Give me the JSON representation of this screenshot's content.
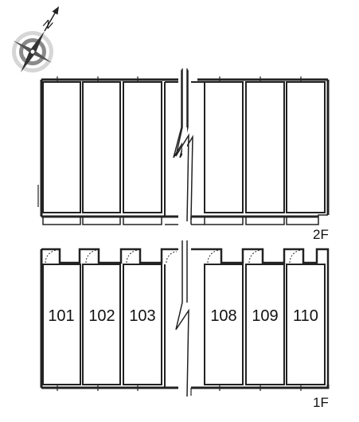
{
  "compass": {
    "label": "N",
    "icon": "compass-rose-icon"
  },
  "floors": {
    "upper": {
      "label": "2F",
      "units": [
        "",
        "",
        "",
        "",
        "",
        ""
      ]
    },
    "lower": {
      "label": "1F",
      "units": [
        "101",
        "102",
        "103",
        "108",
        "109",
        "110"
      ]
    }
  },
  "colors": {
    "wall": "#222222",
    "compass_gray": "#8a8a8a",
    "compass_light": "#d6d6d6"
  }
}
